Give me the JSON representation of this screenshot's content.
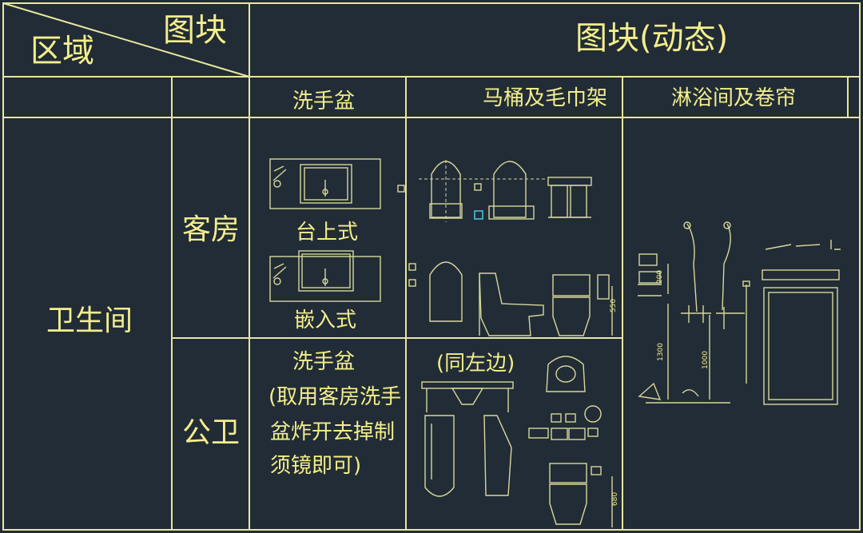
{
  "header": {
    "region": "区域",
    "block": "图块",
    "dynamic_block": "图块(动态)"
  },
  "columns": {
    "basin": "洗手盆",
    "toilet": "马桶及毛巾架",
    "shower": "淋浴间及卷帘"
  },
  "rows": {
    "area": "卫生间",
    "guest": "客房",
    "public": "公卫"
  },
  "labels": {
    "countertop": "台上式",
    "inset": "嵌入式",
    "public_basin_title": "洗手盆",
    "public_basin_note": [
      "(取用客房洗手",
      "盆炸开去掉制",
      "须镜即可)"
    ],
    "same_as_left": "(同左边)"
  },
  "dimensions": {
    "d550": "550",
    "d200": "200",
    "d1300": "1300",
    "d1000": "1000",
    "d680": "680"
  },
  "colors": {
    "background": "#212c36",
    "line": "#e8e6a0",
    "drawing": "#d8d79a",
    "accent": "#44c6d8"
  }
}
